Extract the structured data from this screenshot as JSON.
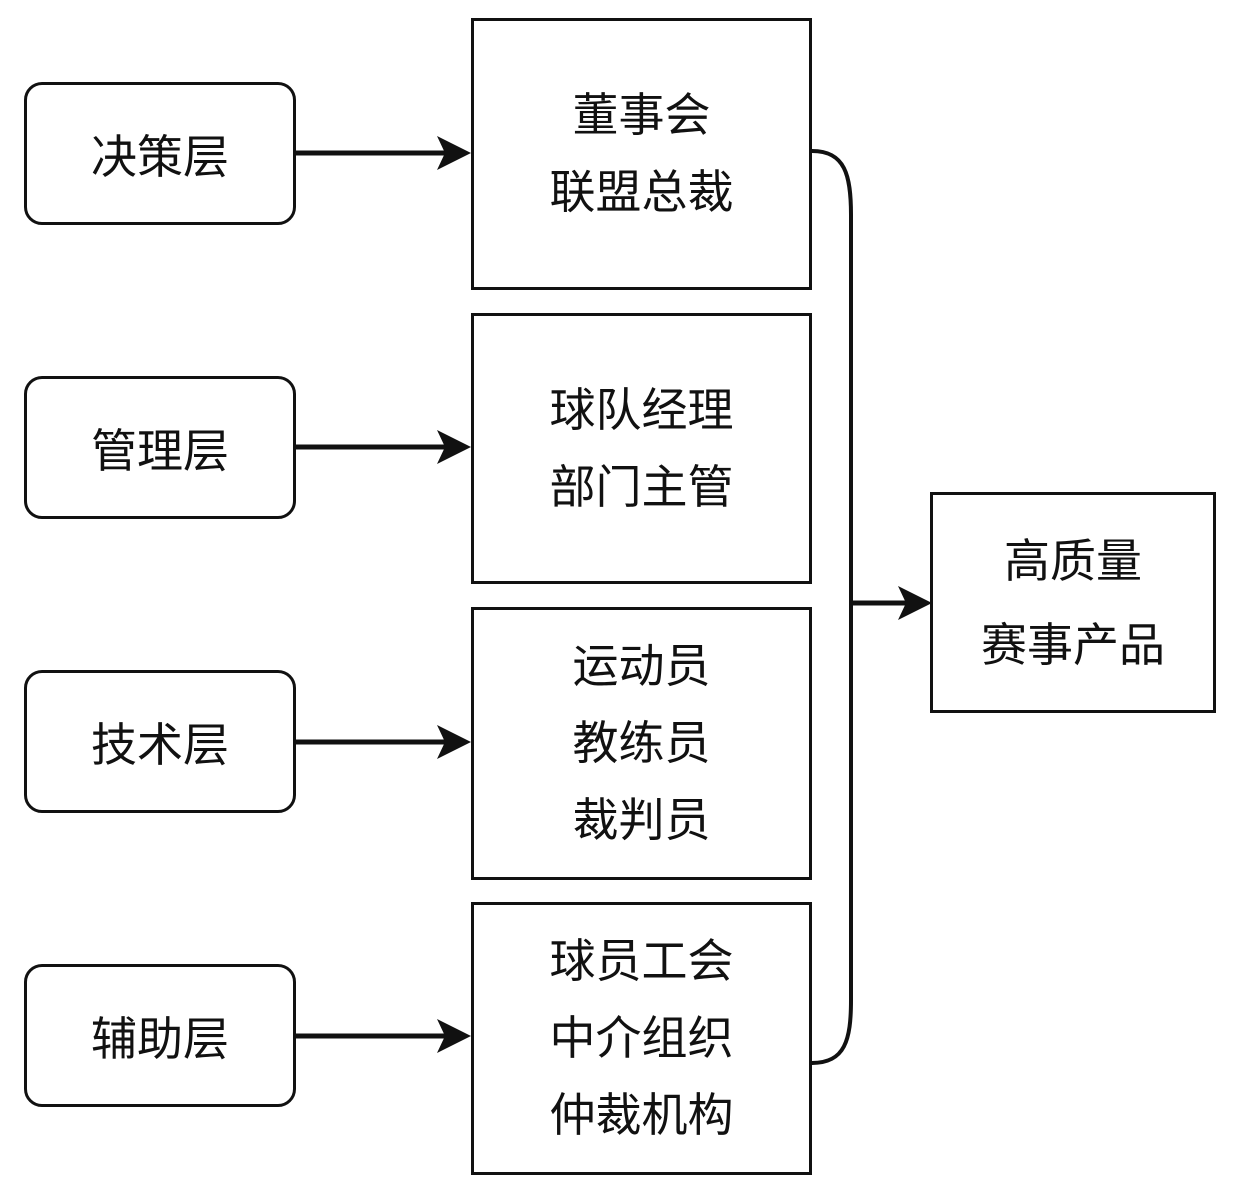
{
  "layers": [
    {
      "label": "决策层"
    },
    {
      "label": "管理层"
    },
    {
      "label": "技术层"
    },
    {
      "label": "辅助层"
    }
  ],
  "roles": [
    {
      "lines": [
        "董事会",
        "联盟总裁"
      ]
    },
    {
      "lines": [
        "球队经理",
        "部门主管"
      ]
    },
    {
      "lines": [
        "运动员",
        "教练员",
        "裁判员"
      ]
    },
    {
      "lines": [
        "球员工会",
        "中介组织",
        "仲裁机构"
      ]
    }
  ],
  "result": {
    "lines": [
      "高质量",
      "赛事产品"
    ]
  }
}
